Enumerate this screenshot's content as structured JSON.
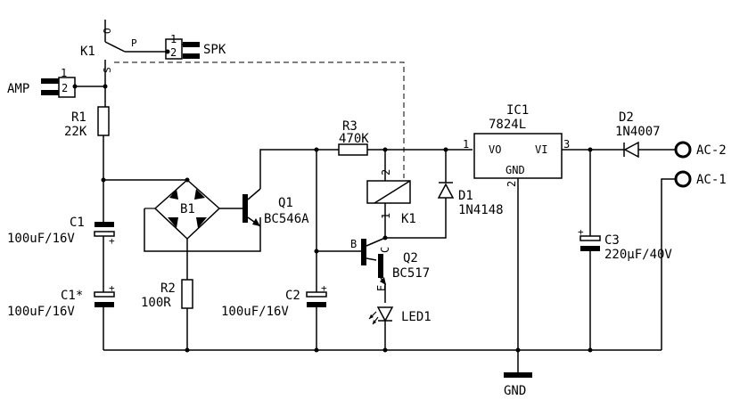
{
  "components": {
    "k1_switch": {
      "ref": "K1",
      "pin_o": "O",
      "pin_p": "P",
      "pin_s": "S"
    },
    "spk": {
      "label": "SPK",
      "pin1": "1",
      "pin2": "2"
    },
    "amp": {
      "label": "AMP",
      "pin1": "1",
      "pin2": "2"
    },
    "r1": {
      "ref": "R1",
      "value": "22K"
    },
    "r2": {
      "ref": "R2",
      "value": "100R"
    },
    "r3": {
      "ref": "R3",
      "value": "470K"
    },
    "b1": {
      "ref": "B1"
    },
    "q1": {
      "ref": "Q1",
      "value": "BC546A"
    },
    "q2": {
      "ref": "Q2",
      "value": "BC517",
      "pin_b": "B",
      "pin_c": "C",
      "pin_e": "E"
    },
    "c1": {
      "ref": "C1",
      "value": "100uF/16V",
      "plus": "+"
    },
    "c1s": {
      "ref": "C1*",
      "value": "100uF/16V",
      "plus": "+"
    },
    "c2": {
      "ref": "C2",
      "value": "100uF/16V",
      "plus": "+"
    },
    "c3": {
      "ref": "C3",
      "value": "220µF/40V",
      "plus": "+"
    },
    "k1_coil": {
      "ref": "K1",
      "pin1": "1",
      "pin2": "2"
    },
    "d1": {
      "ref": "D1",
      "value": "1N4148"
    },
    "d2": {
      "ref": "D2",
      "value": "1N4007"
    },
    "led1": {
      "ref": "LED1"
    },
    "ic1": {
      "ref": "IC1",
      "value": "7824L",
      "pin_vo": "VO",
      "pin_vi": "VI",
      "pin_gnd": "GND",
      "num1": "1",
      "num2": "2",
      "num3": "3"
    },
    "gnd": {
      "label": "GND"
    },
    "ac2": {
      "label": "AC-2"
    },
    "ac1": {
      "label": "AC-1"
    }
  }
}
